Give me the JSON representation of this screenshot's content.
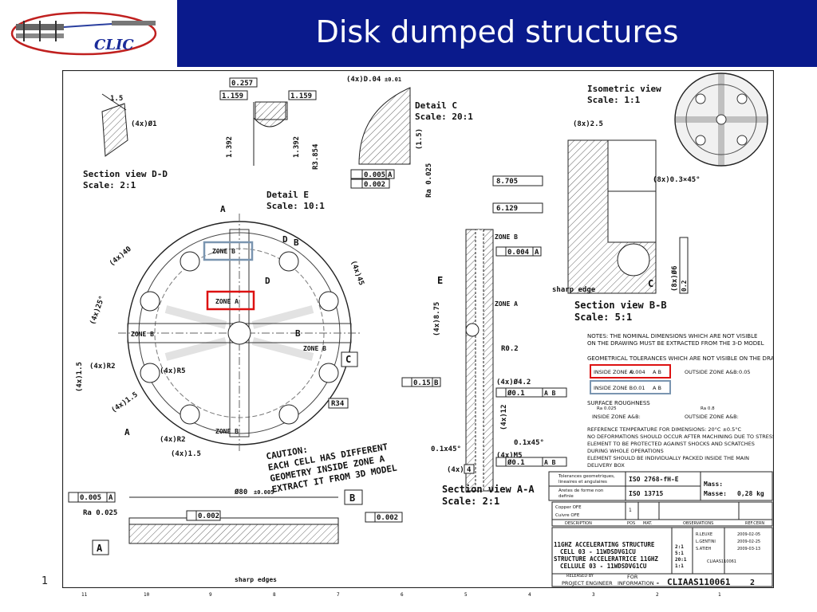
{
  "slide": {
    "title": "Disk dumped structures",
    "logo_text": "CLIC",
    "page_number": "1"
  },
  "drawing": {
    "section_dd": {
      "title": "Section view D-D",
      "scale": "Scale:  2:1",
      "dim1": "1.5",
      "dim2": "(4x)Ø1"
    },
    "detail_e": {
      "title": "Detail E",
      "scale": "Scale:  10:1",
      "d1": "0.257",
      "d2": "1.159",
      "d3": "1.159",
      "d4": "1.392",
      "d5": "1.392",
      "d6": "R3.854",
      "tol1": "0.005",
      "tol1_ref": "A",
      "tol2": "0.002"
    },
    "detail_c": {
      "title": "Detail C",
      "scale": "Scale:  20:1",
      "d1": "(4x)D.04",
      "d1_tol": "±0.01",
      "d2": "(1.5)",
      "rough": "Ra 0.025"
    },
    "isometric": {
      "title": "Isometric view",
      "scale": "Scale:  1:1"
    },
    "section_bb": {
      "title": "Section view B-B",
      "scale": "Scale:  5:1",
      "d1": "(8x)2.5",
      "d2": "(8x)0.3×45°",
      "d3": "(8x)Ø6",
      "d3_tol": "0.2",
      "sharp": "sharp edge",
      "label_c": "C"
    },
    "section_aa": {
      "title": "Section view A-A",
      "scale": "Scale:  2:1",
      "d1": "8.705",
      "d2": "6.129",
      "zone_b": "ZONE B",
      "zone_a": "ZONE A",
      "tol_zb": "0.004",
      "tol_zb_ref": "A",
      "d3": "(4x)8.75",
      "r": "R0.2",
      "label_e": "E",
      "tol3": "0.15",
      "tol3_ref": "B",
      "d4": "(4x)Ø4.2",
      "tol4": "Ø0.1",
      "d5": "(4x)12",
      "d6": "(4x)M5",
      "tol5": "Ø0.1",
      "d7": "0.1x45°",
      "d8": "0.1x45°",
      "d9": "(4x)",
      "d9_box": "4"
    },
    "front": {
      "label_a_top": "A",
      "label_a_bot": "A",
      "zone_b_top": "ZONE B",
      "zone_a": "ZONE A",
      "zone_b_left": "ZONE B",
      "zone_b_right": "ZONE B",
      "zone_b_bottom": "ZONE B",
      "label_d1": "D",
      "label_d2": "D",
      "label_b1": "B",
      "label_b2": "B",
      "label_c": "C",
      "d_40": "(4x)40",
      "d_45": "(4x)45",
      "d_25": "(4x)25°",
      "d_r2a": "(4x)R2",
      "d_r5": "(4x)R5",
      "d_15a": "(4x)1.5",
      "d_15b": "(4x)1.5",
      "d_15c": "(4x)1.5",
      "d_r2b": "(4x)R2",
      "d_r34": "R34",
      "caution": [
        "CAUTION:",
        "EACH CELL HAS DIFFERENT",
        "GEOMETRY INSIDE ZONE A",
        "EXTRACT IT FROM 3D MODEL"
      ]
    },
    "side": {
      "d_80": "Ø80",
      "d_80_tol": "±0.005",
      "tol1": "0.005",
      "tol1_ref": "A",
      "rough": "Ra 0.025",
      "tol2": "0.002",
      "tol3": "0.002",
      "label_b": "B",
      "label_a": "A",
      "sharp": "sharp edges"
    },
    "notes": {
      "n1": "NOTES: THE NOMINAL DIMENSIONS WHICH ARE NOT VISIBLE",
      "n2": "ON THE DRAWING MUST BE EXTRACTED FROM THE 3-D MODEL",
      "n3": "GEOMETRICAL TOLERANCES WHICH ARE NOT VISIBLE ON THE DRAWING:",
      "inside_a": "INSIDE ZONE A:",
      "inside_a_val": "0.004",
      "inside_a_ref": "A B",
      "outside_ab": "OUTSIDE ZONE A&B:",
      "outside_ab_val": "0.05",
      "inside_b": "INSIDE ZONE B:",
      "inside_b_val": "0.01",
      "inside_b_ref": "A B",
      "rough_title": "SURFACE ROUGHNESS",
      "rough_in": "INSIDE ZONE A&B:",
      "rough_in_val": "Ra 0.025",
      "rough_out": "OUTSIDE ZONE A&B:",
      "rough_out_val": "Ra 0.8",
      "r1": "REFERENCE TEMPERATURE FOR DIMENSIONS: 20°C ±0.5°C",
      "r2": "NO DEFORMATIONS SHOULD OCCUR AFTER MACHINING DUE TO STRESS RELEASE",
      "r3": "ELEMENT TO BE PROTECTED AGAINST SHOCKS AND SCRATCHES",
      "r4": "DURING WHOLE OPERATIONS",
      "r5": "ELEMENT SHOULD BE INDIVIDUALLY PACKED INSIDE THE MAIN",
      "r6": "DELIVERY BOX"
    },
    "title_block": {
      "tol_line1": "Tolerances geometriques,",
      "tol_line2": "lineaires et angulaires",
      "tol_line3": "Aretes de forme non",
      "tol_line4": "definie",
      "iso1": "ISO 2768-fH-E",
      "iso2": "ISO 13715",
      "mass_label": "Mass:",
      "mass_label2": "Masse:",
      "mass_val": "0,28 kg",
      "mat1": "Copper OFE",
      "mat2": "Cuivre OFE",
      "qty": "1",
      "col_desc": "DESCRIPTION",
      "col_pos": "POS",
      "col_mat": "MAT.",
      "col_obs": "OBSERVATIONS",
      "col_ref": "REF.CERN",
      "main1": "11GHZ ACCELERATING STRUCTURE",
      "main2": "CELL 03 - 11WDSDVG1CU",
      "main3": "STRUCTURE ACCELERATRICE 11GHZ",
      "main4": "CELLULE 03 - 11WDSDVG1CU",
      "scale1": "2:1",
      "scale2": "5:1",
      "scale3": "20:1",
      "scale4": "1:1",
      "p1": "R.LEUXE",
      "p2": "L.GENTINI",
      "p3": "S.ATIEH",
      "dt1": "2009-02-05",
      "dt2": "2009-02-25",
      "dt3": "2009-03-13",
      "drawing_no": "CLIAAS110061",
      "released": "RELEASED BY",
      "project_engineer": "PROJECT ENGINEER",
      "for": "FOR",
      "information": "INFORMATION",
      "indice": "-",
      "sheet": "2"
    },
    "grid": [
      "11",
      "10",
      "9",
      "8",
      "7",
      "6",
      "5",
      "4",
      "3",
      "2",
      "1"
    ]
  }
}
